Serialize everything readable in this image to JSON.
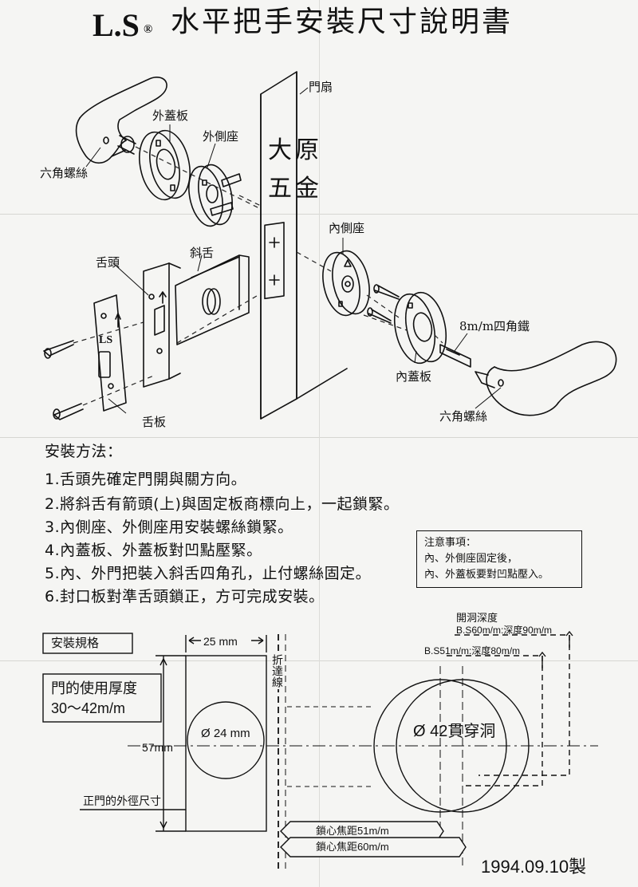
{
  "header": {
    "brand": "L.S",
    "registered_mark": "®",
    "title": "水平把手安裝尺寸說明書"
  },
  "parts": {
    "door_leaf": "門扇",
    "outer_cover_plate": "外蓋板",
    "outer_rose": "外側座",
    "hex_screw_left": "六角螺絲",
    "latch_tongue": "舌頭",
    "latch_bevel": "斜舌",
    "strike_plate": "舌板",
    "inner_rose": "內側座",
    "square_spindle": "8m/m四角鐵",
    "inner_cover_plate": "內蓋板",
    "hex_screw_right": "六角螺絲",
    "strike_plate_mark": "LS"
  },
  "stamp": {
    "chars": [
      "大",
      "原",
      "五",
      "金"
    ]
  },
  "instructions": {
    "heading": "安裝方法：",
    "steps": [
      "1.舌頭先確定門開與關方向。",
      "2.將斜舌有箭頭(上)與固定板商標向上，一起鎖緊。",
      "3.內側座、外側座用安裝螺絲鎖緊。",
      "4.內蓋板、外蓋板對凹點壓緊。",
      "5.內、外門把裝入斜舌四角孔，止付螺絲固定。",
      "6.封口板對準舌頭鎖正，方可完成安裝。"
    ]
  },
  "notice": {
    "title": "注意事項：",
    "lines": [
      "內、外側座固定後，",
      "內、外蓋板要對凹點壓入。"
    ]
  },
  "specs": {
    "heading": "安裝規格",
    "door_thickness_label": "門的使用厚度",
    "door_thickness_value": "30～42m/m",
    "dim_width": "25 mm",
    "dim_height": "57mm",
    "hole_small": "Ø 24 mm",
    "hole_large": "Ø 42貫穿洞",
    "fold_line": "折達線",
    "outer_diameter_label": "正門的外徑尺寸",
    "depth_title": "開洞深度",
    "bs60": "B.S60m/m:深度90m/m",
    "bs51": "B.S51m/m:深度80m/m",
    "backset51": "鎖心焦距51m/m",
    "backset60": "鎖心焦距60m/m"
  },
  "footer": {
    "date": "1994.09.10製"
  }
}
